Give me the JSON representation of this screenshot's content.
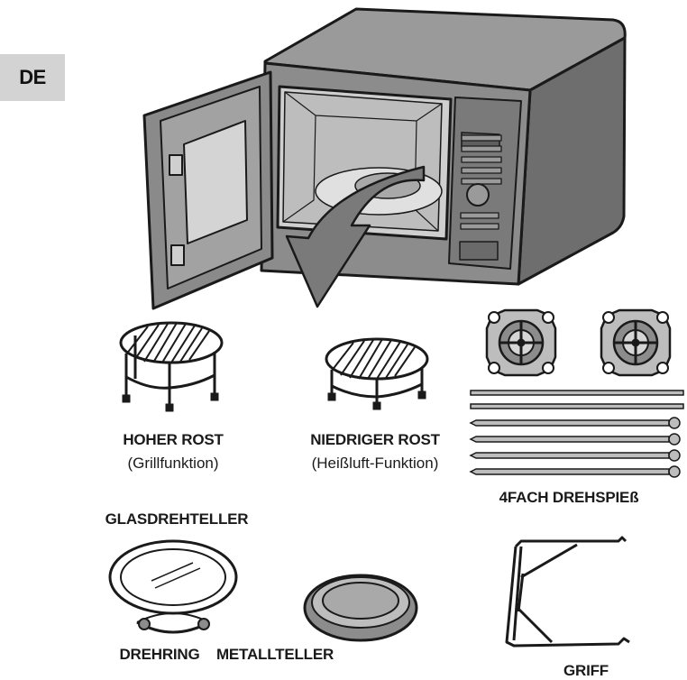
{
  "language_tab": "DE",
  "labels": {
    "high_rack": "HOHER ROST",
    "high_rack_note": "(Grillfunktion)",
    "low_rack": "NIEDRIGER ROST",
    "low_rack_note": "(Heißluft-Funktion)",
    "rotisserie": "4FACH DREHSPIEß",
    "glass_tray": "GLASDREHTELLER",
    "rotating_ring": "DREHRING",
    "metal_plate": "METALLTELLER",
    "handle": "GRIFF"
  },
  "icons": {
    "microwave": "microwave-oven-open-door",
    "arrow": "curved-arrow-down",
    "high_rack": "high-grill-rack",
    "low_rack": "low-grill-rack",
    "rotisserie_forks": "rotisserie-fork",
    "spits": "rotisserie-spit",
    "glass_tray": "glass-turntable",
    "metal_plate": "metal-plate",
    "handle": "rotisserie-handle"
  },
  "colors": {
    "outline": "#1a1a1a",
    "body_fill": "#8c8c8c",
    "body_dark": "#5e5e5e",
    "cavity": "#c9c9c9",
    "arrow": "#7a7a7a",
    "tab_bg": "#d3d3d3"
  }
}
